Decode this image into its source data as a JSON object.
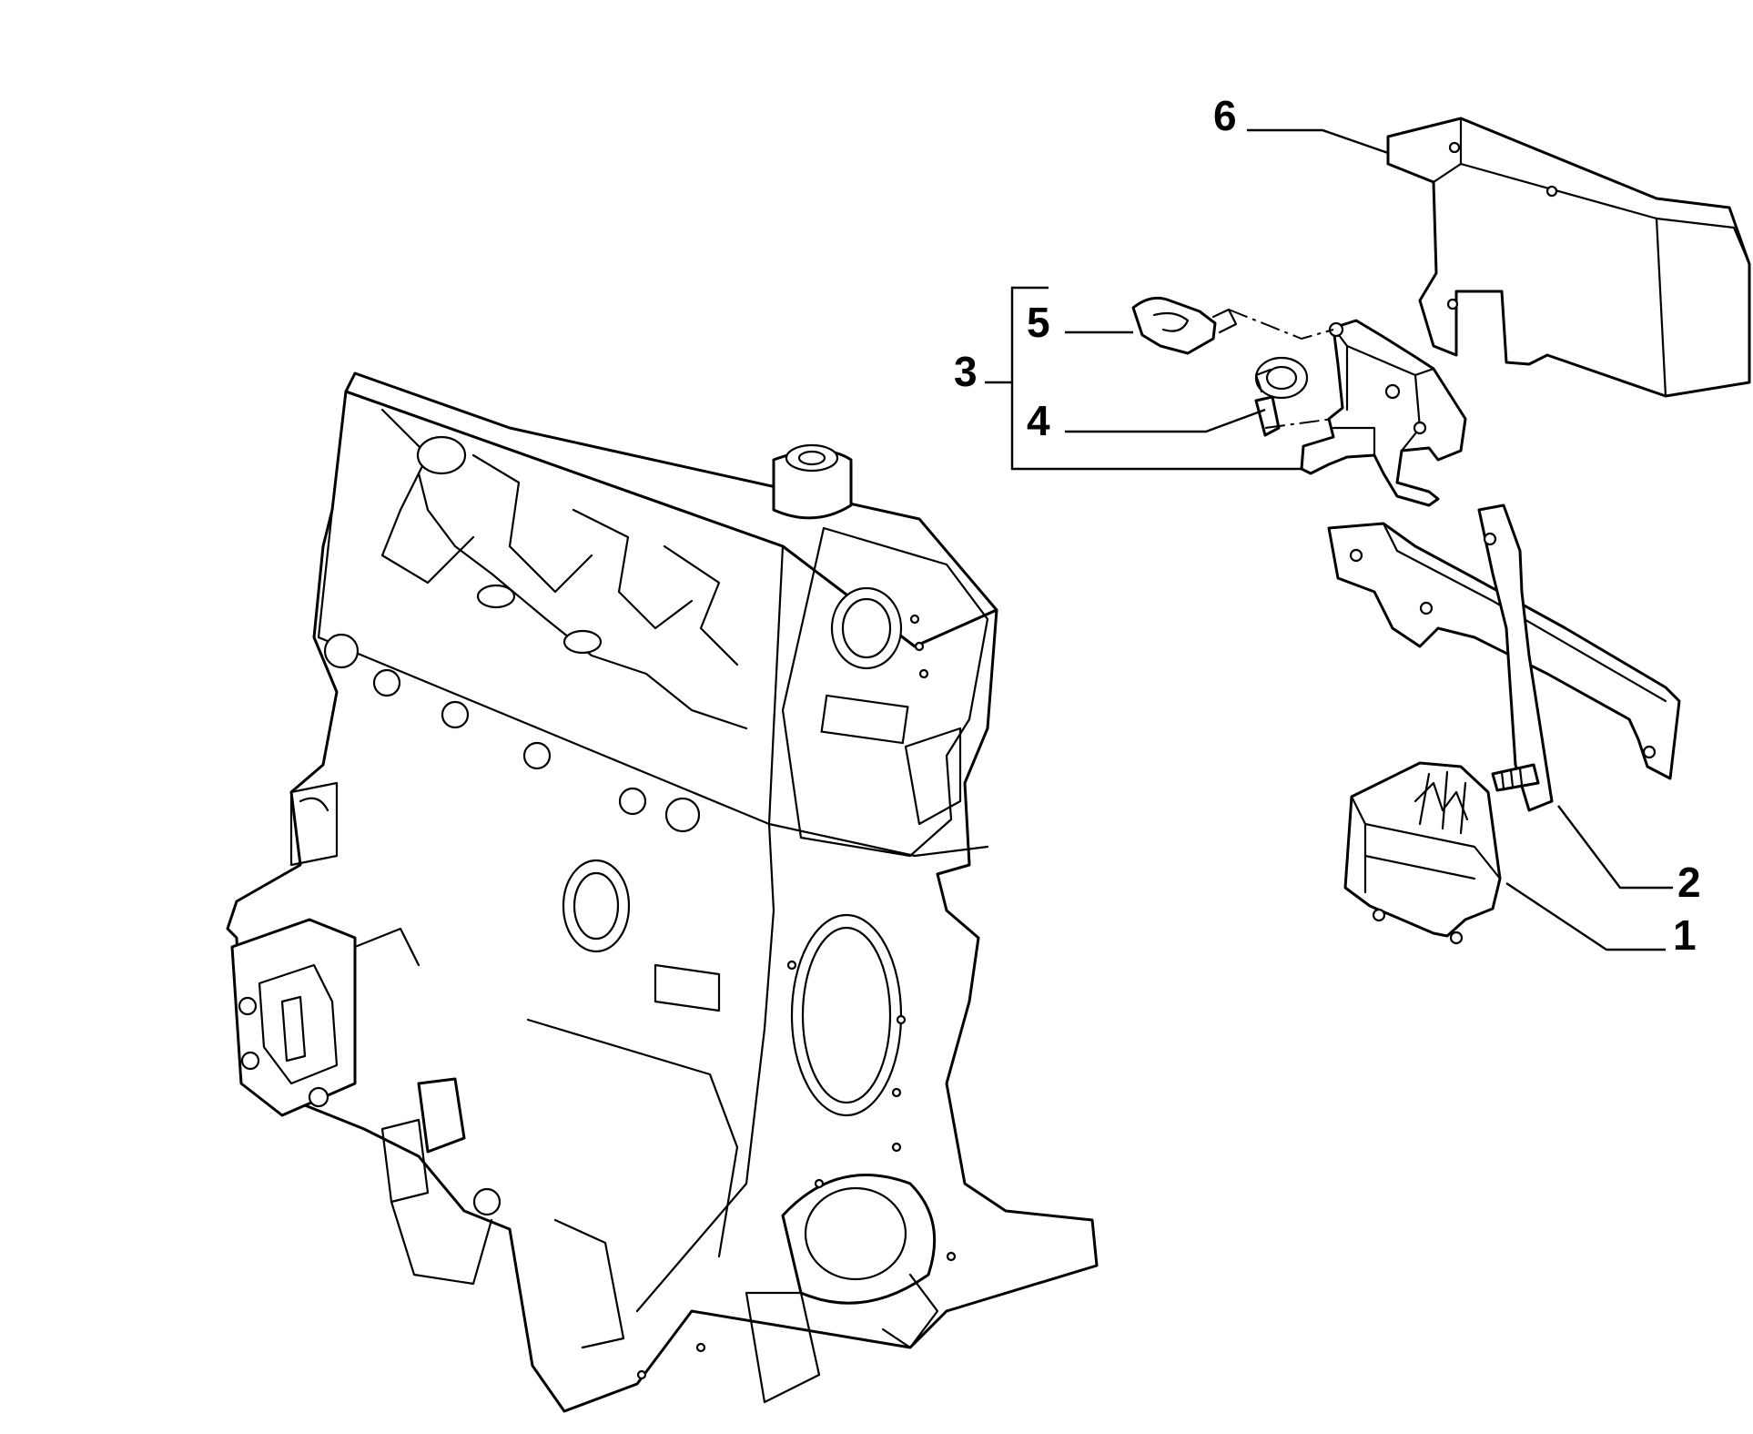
{
  "callouts": [
    {
      "id": "c1",
      "label": "1"
    },
    {
      "id": "c2",
      "label": "2"
    },
    {
      "id": "c3",
      "label": "3"
    },
    {
      "id": "c4",
      "label": "4"
    },
    {
      "id": "c5",
      "label": "5"
    },
    {
      "id": "c6",
      "label": "6"
    }
  ],
  "colors": {
    "line": "#000000",
    "background": "#ffffff"
  }
}
